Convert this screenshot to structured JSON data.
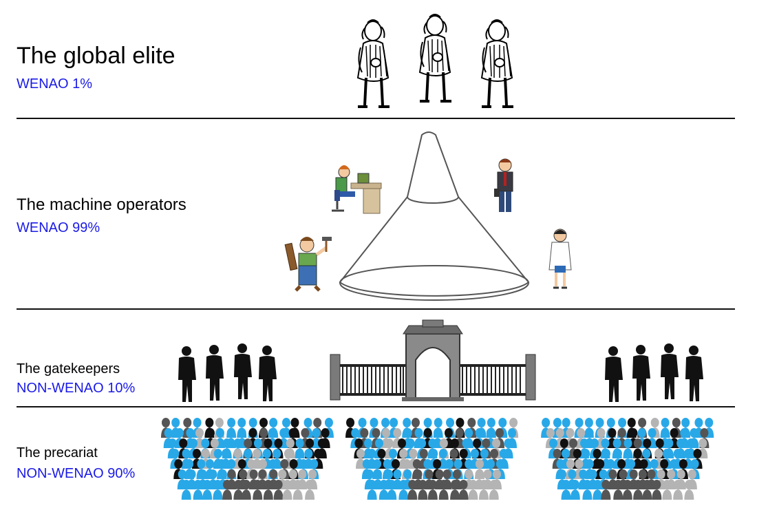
{
  "tiers": [
    {
      "title": "The global elite",
      "subtitle": "WENAO 1%"
    },
    {
      "title": "The machine operators",
      "subtitle": "WENAO 99%"
    },
    {
      "title": "The gatekeepers",
      "subtitle": "NON-WENAO 10%"
    },
    {
      "title": "The precariat",
      "subtitle": "NON-WENAO 90%"
    }
  ],
  "colors": {
    "subtitle": "#1a1ae6",
    "rule": "#111111",
    "crowd_blue": "#29a8e8",
    "crowd_black": "#111111",
    "crowd_dark_grey": "#555555",
    "crowd_light_grey": "#b4b4b4"
  },
  "icons": [
    "elite-figure-icon",
    "funnel-machine-icon",
    "office-worker-icon",
    "businessman-icon",
    "carpenter-icon",
    "doctor-icon",
    "suited-silhouette-icon",
    "gate-icon",
    "crowd-icon"
  ]
}
